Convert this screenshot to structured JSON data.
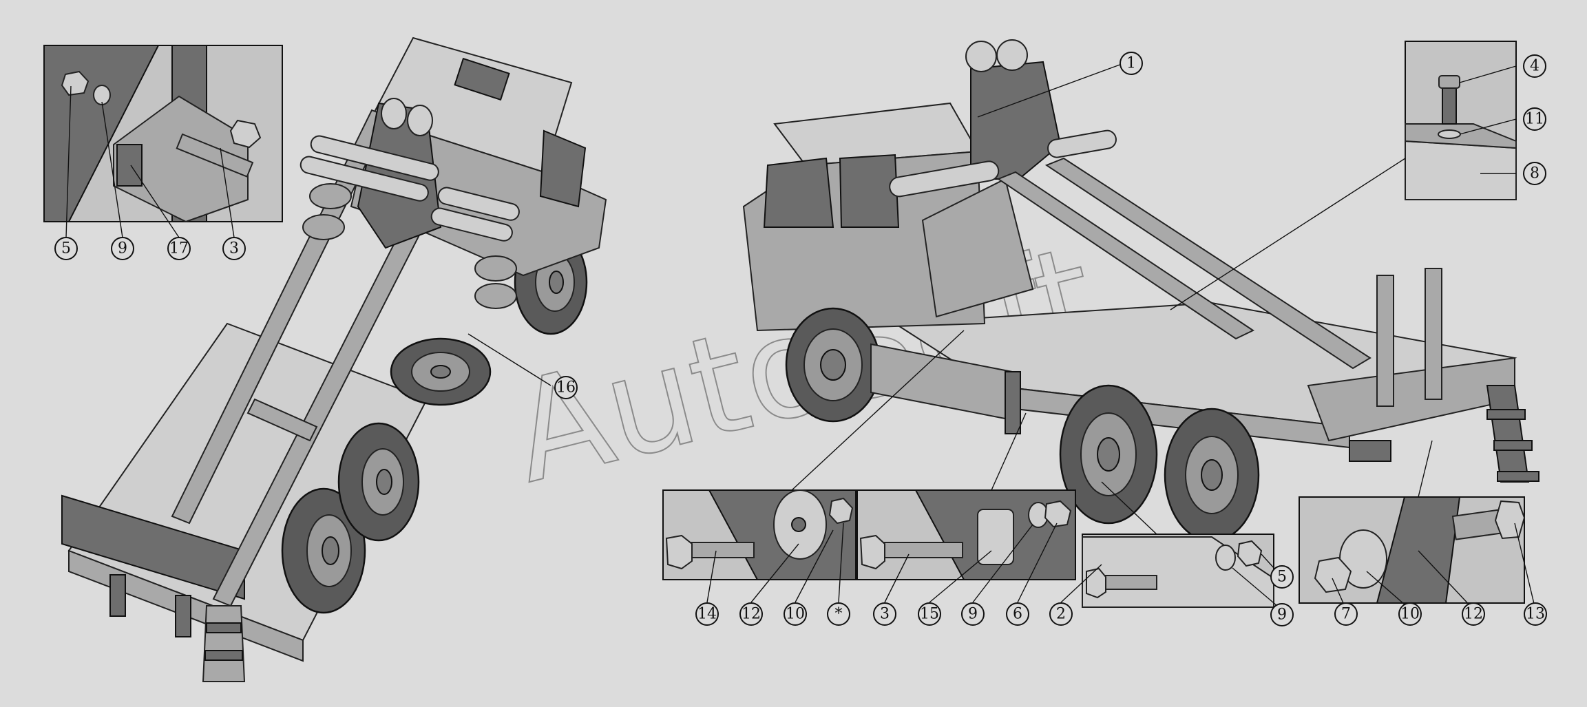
{
  "watermark": "AutoSoft",
  "callouts": {
    "c1": "1",
    "c2": "2",
    "c3a": "3",
    "c3b": "3",
    "c4": "4",
    "c5a": "5",
    "c5b": "5",
    "c6": "6",
    "c7": "7",
    "c8": "8",
    "c9a": "9",
    "c9b": "9",
    "c9c": "9",
    "c10a": "10",
    "c10b": "10",
    "c11": "11",
    "c12a": "12",
    "c12b": "12",
    "c13": "13",
    "c14": "14",
    "c15": "15",
    "c16": "16",
    "c17": "17",
    "cstar": "*"
  }
}
